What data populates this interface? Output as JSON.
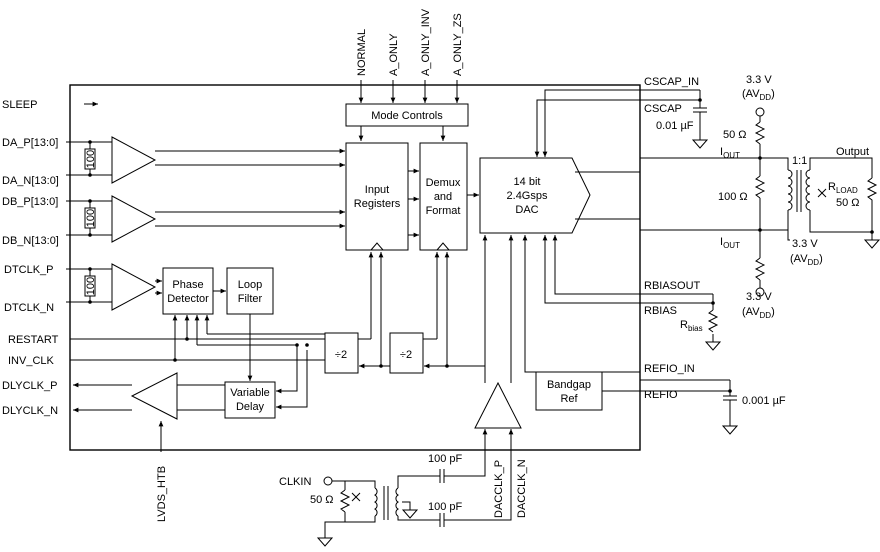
{
  "top_pins": {
    "normal": "NORMAL",
    "a_only": "A_ONLY",
    "a_only_inv": "A_ONLY_INV",
    "a_only_zs": "A_ONLY_ZS"
  },
  "left_pins": {
    "sleep": "SLEEP",
    "da_p": "DA_P[13:0]",
    "da_n": "DA_N[13:0]",
    "db_p": "DB_P[13:0]",
    "db_n": "DB_N[13:0]",
    "dtclk_p": "DTCLK_P",
    "dtclk_n": "DTCLK_N",
    "restart": "RESTART",
    "inv_clk": "INV_CLK",
    "dlyclk_p": "DLYCLK_P",
    "dlyclk_n": "DLYCLK_N"
  },
  "termination": "100",
  "blocks": {
    "mode_controls": "Mode Controls",
    "input_registers": [
      "Input",
      "Registers"
    ],
    "demux": [
      "Demux",
      "and",
      "Format"
    ],
    "dac": [
      "14 bit",
      "2.4Gsps",
      "DAC"
    ],
    "phase_detector": [
      "Phase",
      "Detector"
    ],
    "loop_filter": [
      "Loop",
      "Filter"
    ],
    "variable_delay": [
      "Variable",
      "Delay"
    ],
    "div2": "÷2",
    "bandgap": [
      "Bandgap",
      "Ref"
    ]
  },
  "right_pins": {
    "cscap_in": "CSCAP_IN",
    "cscap": "CSCAP",
    "rbiasout": "RBIASOUT",
    "rbias": "RBIAS",
    "refio_in": "REFIO_IN",
    "refio": "REFIO"
  },
  "external": {
    "cscap_cap": "0.01 µF",
    "refio_cap": "0.001 µF",
    "supply": "3.3 V",
    "avdd": "AV",
    "avdd_sub": "DD",
    "r_top": "50 Ω",
    "r_mid": "100 Ω",
    "iout": "I",
    "iout_sub": "OUT",
    "ratio": "1:1",
    "output": "Output",
    "rload": "R",
    "rload_sub": "LOAD",
    "rload_val": "50 Ω",
    "rbias": "R",
    "rbias_sub": "bias"
  },
  "bottom_pins": {
    "lvds_htb": "LVDS_HTB",
    "dacclk_p": "DACCLK_P",
    "dacclk_n": "DACCLK_N"
  },
  "clock_input": {
    "clkin": "CLKIN",
    "r_term": "50 Ω",
    "cap_top": "100 pF",
    "cap_bot": "100 pF"
  }
}
